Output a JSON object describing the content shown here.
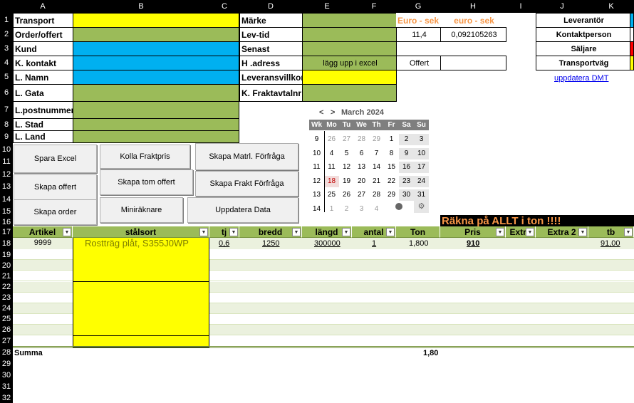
{
  "columns": [
    "A",
    "B",
    "C",
    "D",
    "E",
    "F",
    "G",
    "H",
    "I",
    "J",
    "K"
  ],
  "rows": [
    "1",
    "2",
    "3",
    "4",
    "5",
    "6",
    "7",
    "8",
    "9",
    "10",
    "11",
    "12",
    "13",
    "14",
    "15",
    "16",
    "17",
    "18",
    "19",
    "20",
    "21",
    "22",
    "23",
    "24",
    "25",
    "26",
    "27",
    "28",
    "29",
    "30",
    "31",
    "32"
  ],
  "labels_a": [
    "Transport",
    "Order/offert",
    "Kund",
    "K. kontakt",
    "L. Namn",
    "L. Gata",
    "L.postnummer",
    "L. Stad",
    "L. Land"
  ],
  "labels_d": [
    "Märke",
    "Lev-tid",
    "Senast",
    "H .adress",
    "Leveransvillkor",
    "K. Fraktavtalnr"
  ],
  "e4_value": "lägg upp i excel",
  "g_header": "Euro - sek",
  "h_header": "euro - sek",
  "g2_value": "11,4",
  "h2_value": "0,092105263",
  "g4_value": "Offert",
  "right_labels": [
    "Leverantör",
    "Kontaktperson",
    "Säljare",
    "Transportväg"
  ],
  "right_link": "uppdatera DMT",
  "buttons": {
    "spara_excel": "Spara Excel",
    "kolla_fraktpris": "Kolla Fraktpris",
    "skapa_matrl": "Skapa Matrl. Förfråga",
    "skapa_offert": "Skapa offert",
    "skapa_tom_offert": "Skapa tom offert",
    "skapa_frakt": "Skapa Frakt Förfråga",
    "skapa_order": "Skapa order",
    "minirakn": "Miniräknare",
    "uppdatera_data": "Uppdatera Data"
  },
  "calendar": {
    "title": "March 2024",
    "prev": "<",
    "next": ">",
    "headers": [
      "Wk",
      "Mo",
      "Tu",
      "We",
      "Th",
      "Fr",
      "Sa",
      "Su"
    ],
    "weeks": [
      [
        "9",
        "26",
        "27",
        "28",
        "29",
        "1",
        "2",
        "3"
      ],
      [
        "10",
        "4",
        "5",
        "6",
        "7",
        "8",
        "9",
        "10"
      ],
      [
        "11",
        "11",
        "12",
        "13",
        "14",
        "15",
        "16",
        "17"
      ],
      [
        "12",
        "18",
        "19",
        "20",
        "21",
        "22",
        "23",
        "24"
      ],
      [
        "13",
        "25",
        "26",
        "27",
        "28",
        "29",
        "30",
        "31"
      ],
      [
        "14",
        "1",
        "2",
        "3",
        "4",
        "",
        "",
        ""
      ]
    ]
  },
  "banner": "Räkna på ALLT i ton !!!!",
  "table": {
    "headers": [
      "Artikel",
      "stålsort",
      "tj",
      "bredd",
      "längd",
      "antal",
      "Ton",
      "Pris",
      "Extra",
      "Extra 2",
      "tb"
    ],
    "row18": {
      "artikel": "9999",
      "stalsort": "Rostträg plåt, S355J0WP",
      "tj": "0,6",
      "bredd": "1250",
      "langd": "300000",
      "antal": "1",
      "ton": "1,800",
      "pris": "910",
      "tb": "91,00"
    }
  },
  "summa_label": "Summa",
  "summa_value": "1,80"
}
